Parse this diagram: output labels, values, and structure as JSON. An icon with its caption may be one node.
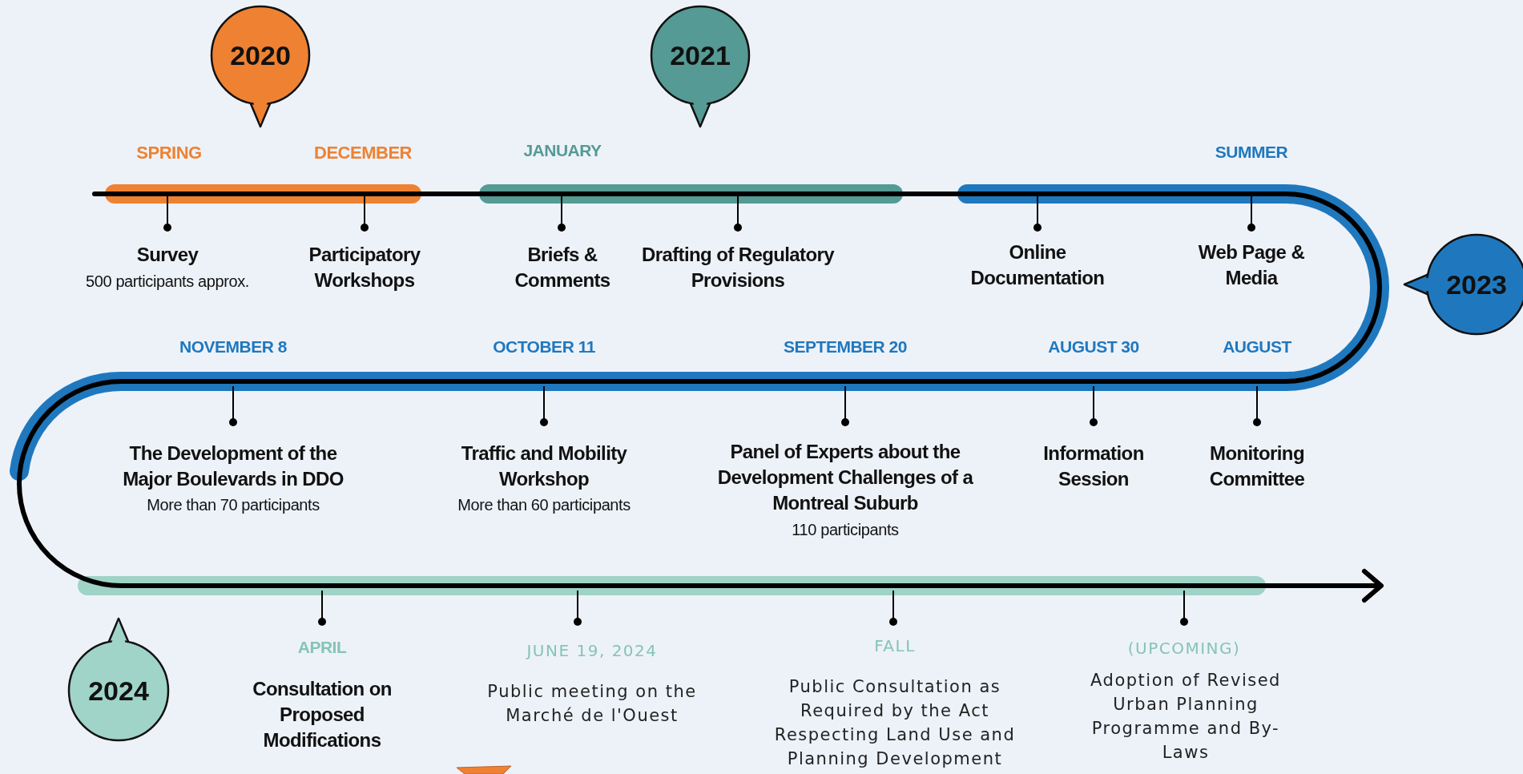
{
  "diagram": {
    "nodes": [
      {
        "text": [
          "2020"
        ]
      },
      {
        "text": [
          "2021"
        ]
      },
      {
        "text": [
          "2023"
        ]
      },
      {
        "text": [
          "2024"
        ]
      }
    ],
    "labels": [
      "SPRING",
      "DECEMBER",
      "JANUARY",
      "SUMMER",
      "Survey",
      "500 participants approx.",
      "Participatory Workshops",
      "Briefs & Comments",
      "Drafting of Regulatory Provisions",
      "Online Documentation",
      "Web Page & Media",
      "NOVEMBER 8",
      "OCTOBER 11",
      "SEPTEMBER 20",
      "AUGUST 30",
      "AUGUST",
      "The Development of the Major Boulevards in DDO",
      "More than 70 participants",
      "Traffic and Mobility Workshop",
      "More than 60 participants",
      "Panel of Experts about the Development Challenges of a Montreal Suburb",
      "110 participants",
      "Information Session",
      "Monitoring Committee",
      "APRIL",
      "JUNE 19, 2024",
      "FALL",
      "(UPCOMING)",
      "Consultation on Proposed Modifications",
      "Public meeting on the Marché de l'Ouest",
      "Public Consultation as Required by the Act Respecting Land Use and Planning Development",
      "Adoption of Revised Urban Planning Programme and By-Laws"
    ]
  }
}
